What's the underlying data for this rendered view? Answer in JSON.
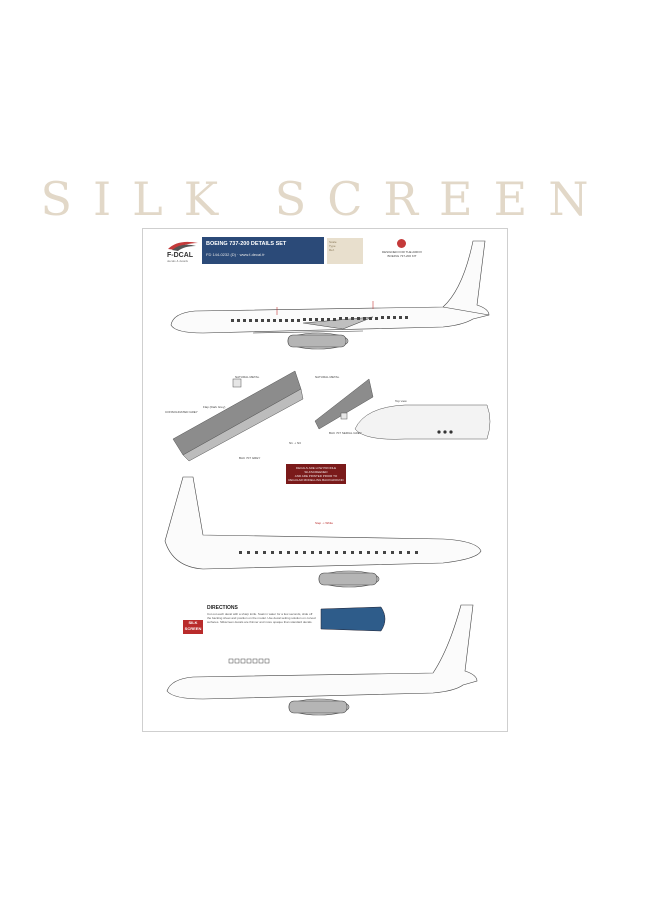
{
  "banner": {
    "title": "SILK SCREEN"
  },
  "header": {
    "brand": "F-DCAL",
    "tagline": "decals & details",
    "title": "BOEING 737-200 DETAILS SET",
    "subtitle": "FD 144-0232 (D) · www.f-decal.fr",
    "info": [
      "Scale",
      "Type",
      "Ref."
    ]
  },
  "seal": {
    "caption": "DESIGNED FOR THE AIRFIX BOEING 737-200 KIT"
  },
  "notice": {
    "lines": [
      "DECALS ARE LOW PROFILE SILKSCREENED",
      "AND ARE PRINTED PRIOR TO",
      "REGULAR MODELLING BACKGROUND"
    ]
  },
  "directions": {
    "badge": "SILK SCREEN",
    "title": "DIRECTIONS",
    "body": "Cut out each decal with a sharp knife. Soak in water for a few seconds, slide off the backing sheet and position on the model. Use decal setting solution on curved surfaces. Silkscreen decals are thinner and more opaque than standard decals."
  },
  "labels": {
    "natural_metal": "NATURAL METAL",
    "consolidated_grey": "CONSOLIDATED GREY",
    "natural_metal_2": "NATURAL METAL",
    "bac_707_grey": "BAC 707 GREY",
    "same_as_bac": "BAC 707 SERIAL GREY",
    "flap_note": "Flap (Dark Grey)",
    "n1": "N1 ➝ N3",
    "step": "Step ➝ White",
    "top_view": "Top view"
  },
  "colors": {
    "banner": "#e2d8c8",
    "header_blue": "#2b4a78",
    "accent_red": "#b92b2b",
    "grey_wing": "#8c8c8c",
    "engine_blue": "#2e5c8a"
  }
}
